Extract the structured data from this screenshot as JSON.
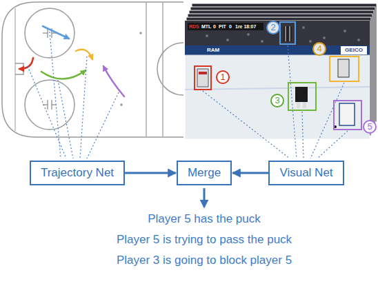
{
  "diagram": {
    "nodes": [
      {
        "text": [
          "1"
        ]
      },
      {
        "text": [
          "2"
        ]
      },
      {
        "text": [
          "3"
        ]
      },
      {
        "text": [
          "4"
        ]
      },
      {
        "text": [
          "5"
        ]
      },
      {
        "text": [
          "Trajectory Net"
        ]
      },
      {
        "text": [
          "Merge"
        ]
      },
      {
        "text": [
          "Visual Net"
        ]
      }
    ],
    "edges": [
      {
        "from": 5,
        "to": 6,
        "arrow": "to"
      },
      {
        "from": 7,
        "to": 6,
        "arrow": "to"
      }
    ],
    "labels": [
      "RDS",
      "MTL",
      "0",
      "PIT",
      "0",
      "1re 18:07",
      "RAM",
      "GEICO",
      "Player 5 has the puck",
      "Player 5 is trying to pass the puck",
      "Player 3 is going to block player 5"
    ]
  }
}
